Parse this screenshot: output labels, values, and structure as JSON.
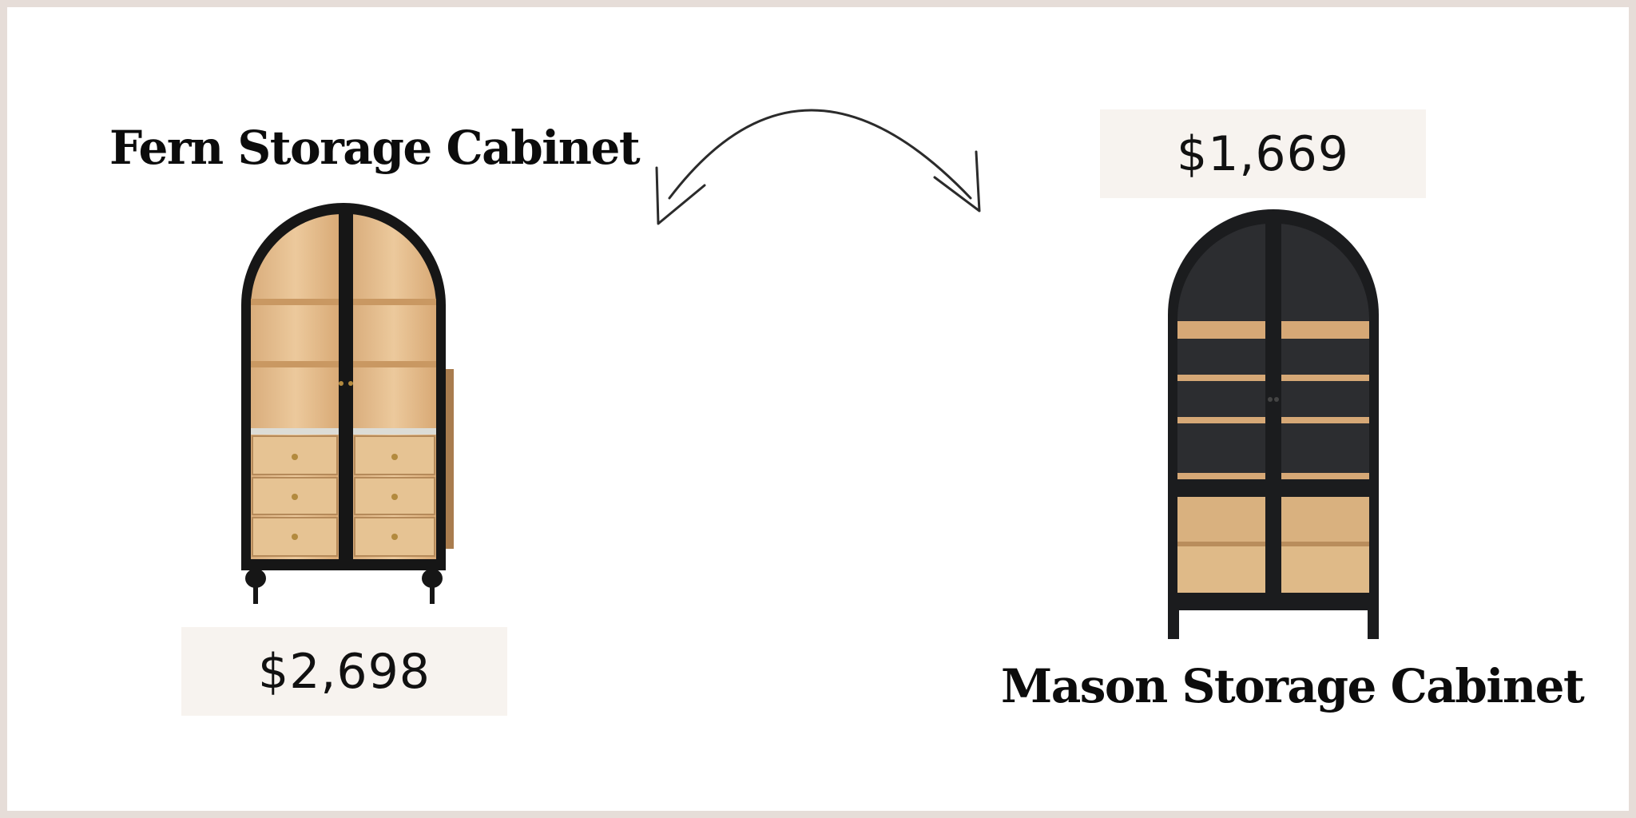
{
  "products": [
    {
      "name": "Fern Storage Cabinet",
      "price": "$2,698"
    },
    {
      "name": "Mason Storage Cabinet",
      "price": "$1,669"
    }
  ],
  "colors": {
    "border": "#e6ddd8",
    "price_box": "#f7f3ef",
    "cabinet_black": "#161616",
    "wood_light": "#e3bd8c",
    "wood_mid": "#d6a876"
  },
  "icons": {
    "swap": "curved-double-arrow-icon"
  }
}
